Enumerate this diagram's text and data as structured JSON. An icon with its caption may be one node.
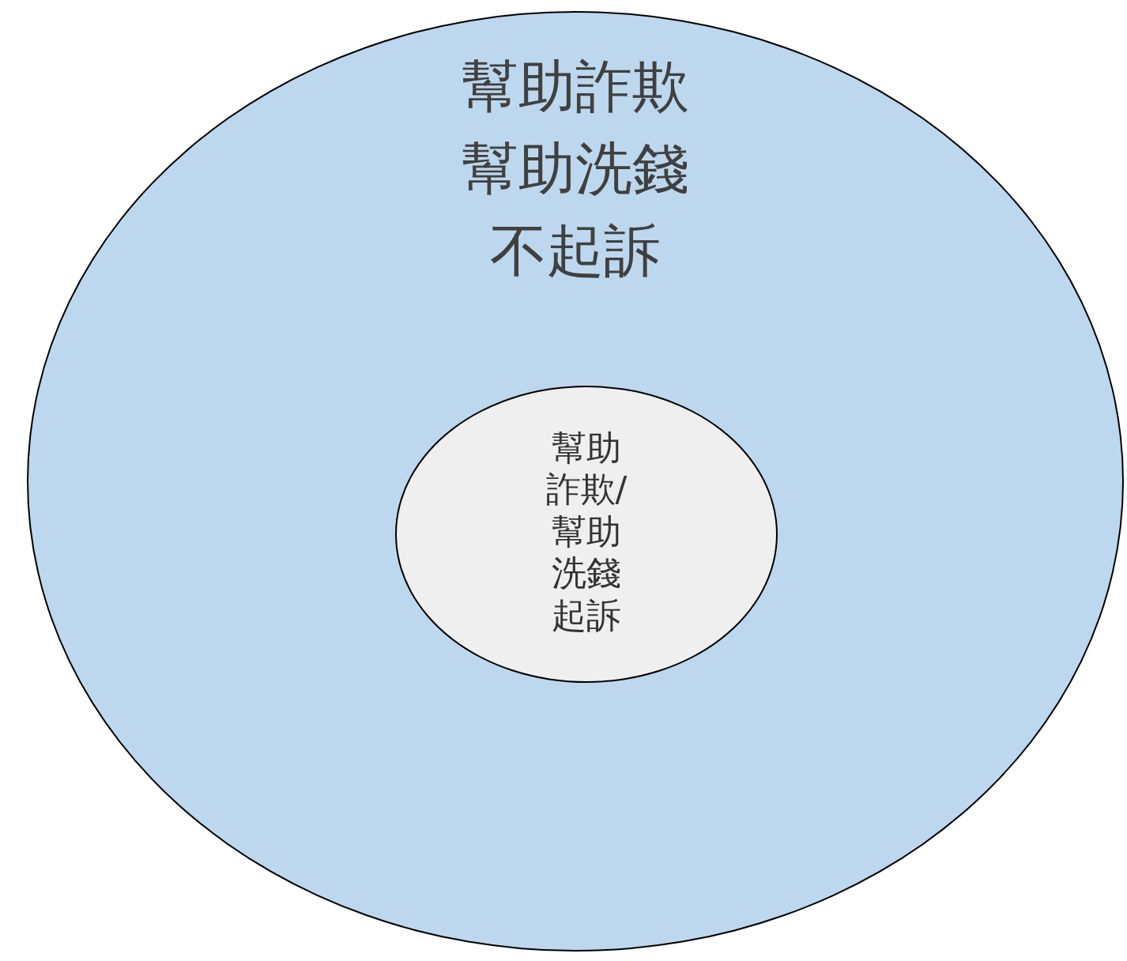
{
  "diagram": {
    "nodes": [
      {
        "text": [
          "幫助詐欺幫助洗錢不起訴"
        ]
      },
      {
        "text": [
          "幫助詐欺/幫助洗錢起訴"
        ],
        "in": 0
      }
    ]
  }
}
